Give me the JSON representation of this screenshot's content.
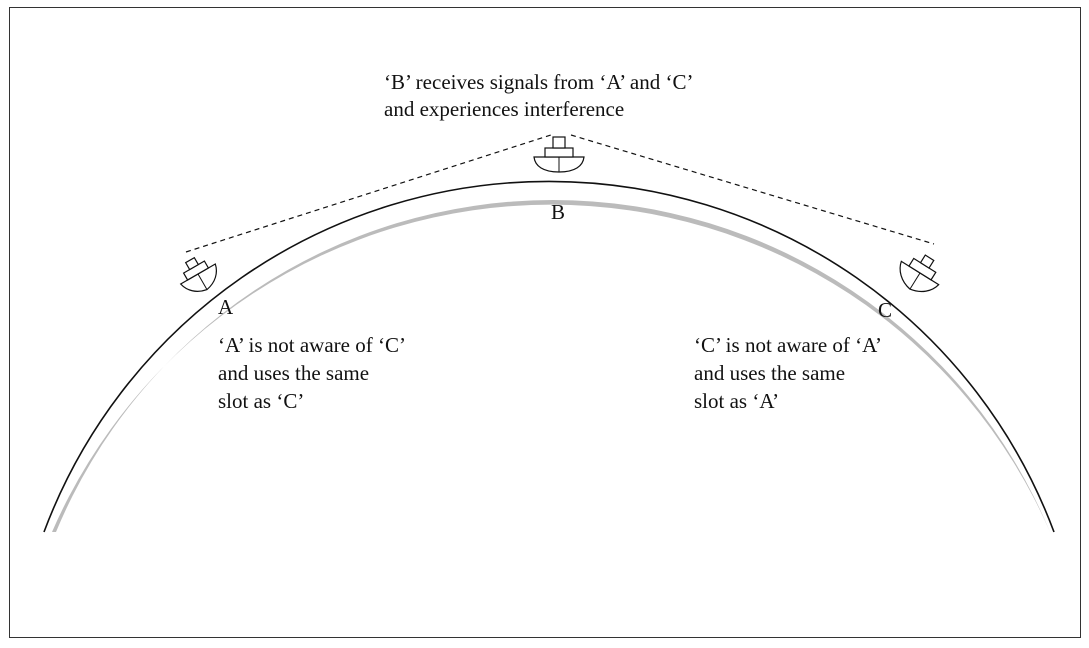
{
  "caption": {
    "line1": "‘B’ receives signals from ‘A’ and ‘C’",
    "line2": "and experiences interference"
  },
  "ships": {
    "a": {
      "label": "A"
    },
    "b": {
      "label": "B"
    },
    "c": {
      "label": "C"
    }
  },
  "notes": {
    "a": {
      "line1": "‘A’ is not aware of ‘C’",
      "line2": "and uses the same",
      "line3": "slot as ‘C’"
    },
    "c": {
      "line1": "‘C’ is not aware of ‘A’",
      "line2": "and uses the same",
      "line3": "slot as ‘A’"
    }
  },
  "colors": {
    "earth_shade": "#bbbbbb",
    "line": "#111111",
    "frame": "#333333"
  }
}
